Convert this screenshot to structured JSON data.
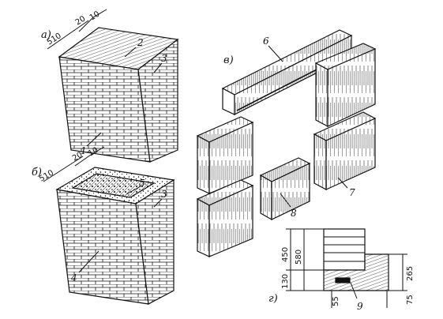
{
  "panel_labels": {
    "a": "а)",
    "b": "б)",
    "v": "в)",
    "g": "г)"
  },
  "fig_a": {
    "dims": [
      "510",
      "20",
      "10"
    ],
    "callouts": [
      "2",
      "3",
      "1"
    ]
  },
  "fig_b": {
    "dims": [
      "510",
      "20",
      "10"
    ],
    "callouts": [
      "5",
      "3",
      "4"
    ]
  },
  "fig_v": {
    "callouts": [
      "6",
      "7",
      "8"
    ]
  },
  "fig_g": {
    "dims_left": [
      "450",
      "580",
      "130"
    ],
    "dims_right": [
      "265",
      "75"
    ],
    "dim_bottom": "55",
    "callout": "9"
  },
  "colors": {
    "ink": "#111111",
    "paper": "#ffffff"
  }
}
